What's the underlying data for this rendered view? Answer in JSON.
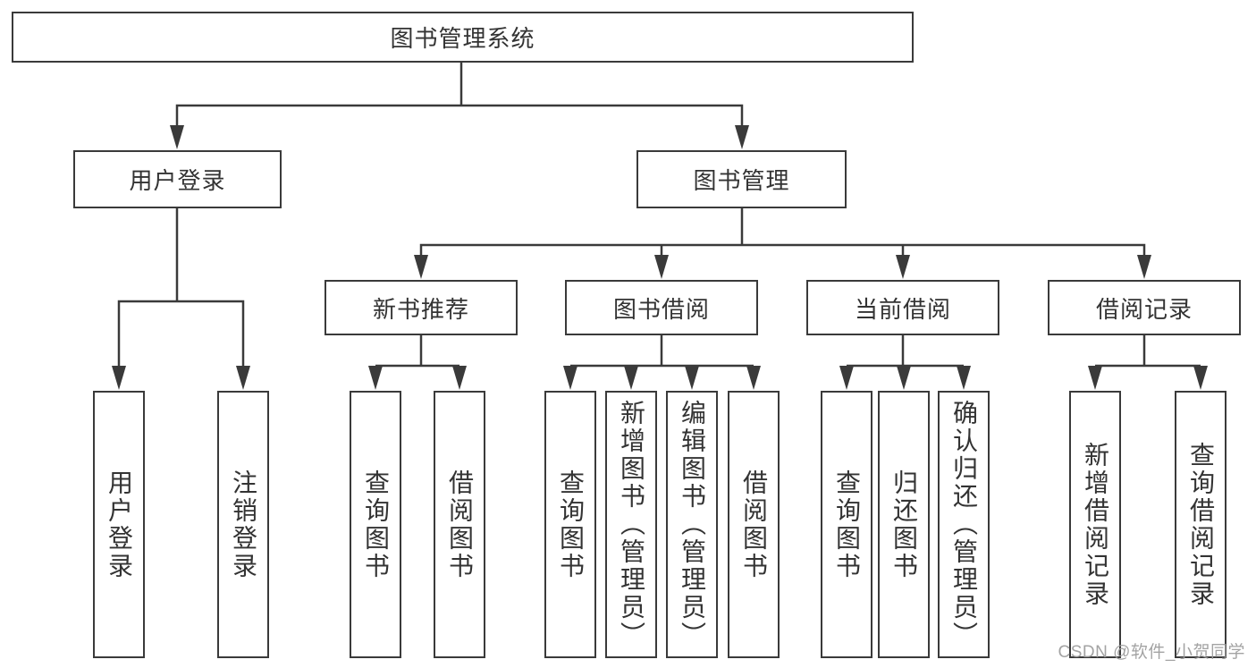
{
  "diagram": {
    "root": {
      "label": "图书管理系统"
    },
    "level2": [
      {
        "label": "用户登录",
        "parent": "图书管理系统"
      },
      {
        "label": "图书管理",
        "parent": "图书管理系统"
      }
    ],
    "level3": [
      {
        "label": "新书推荐",
        "parent": "图书管理"
      },
      {
        "label": "图书借阅",
        "parent": "图书管理"
      },
      {
        "label": "当前借阅",
        "parent": "图书管理"
      },
      {
        "label": "借阅记录",
        "parent": "图书管理"
      }
    ],
    "leaves": [
      {
        "label": "用户登录",
        "parent": "用户登录"
      },
      {
        "label": "注销登录",
        "parent": "用户登录"
      },
      {
        "label": "查询图书",
        "parent": "新书推荐"
      },
      {
        "label": "借阅图书",
        "parent": "新书推荐"
      },
      {
        "label": "查询图书",
        "parent": "图书借阅"
      },
      {
        "label": "新增图书（管理员）",
        "parent": "图书借阅"
      },
      {
        "label": "编辑图书（管理员）",
        "parent": "图书借阅"
      },
      {
        "label": "借阅图书",
        "parent": "图书借阅"
      },
      {
        "label": "查询图书",
        "parent": "当前借阅"
      },
      {
        "label": "归还图书",
        "parent": "当前借阅"
      },
      {
        "label": "确认归还（管理员）",
        "parent": "当前借阅"
      },
      {
        "label": "新增借阅记录",
        "parent": "借阅记录"
      },
      {
        "label": "查询借阅记录",
        "parent": "借阅记录"
      }
    ],
    "colors": {
      "line": "#3a3a3a",
      "box_border": "#3a3a3a",
      "text": "#333333",
      "background": "#ffffff",
      "watermark": "#9c9c9c"
    }
  },
  "watermark": {
    "text": "CSDN @软件_小贺同学"
  }
}
